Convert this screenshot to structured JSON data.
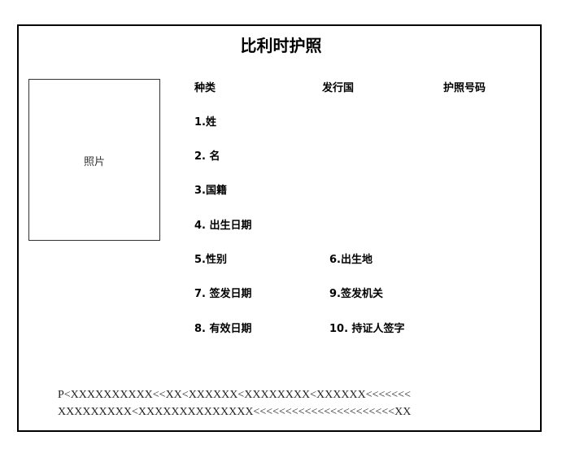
{
  "title": "比利时护照",
  "photo_label": "照片",
  "header": {
    "type": "种类",
    "country": "发行国",
    "number": "护照号码"
  },
  "fields": {
    "surname": "1.姓",
    "given_name": "2.  名",
    "nationality": "3.国籍",
    "dob": "4.  出生日期",
    "sex": "5.性别",
    "pob": "6.出生地",
    "issue_date": "7.  签发日期",
    "authority": "9.签发机关",
    "expiry": "8.  有效日期",
    "signature": "10.  持证人签字"
  },
  "mrz": {
    "line1": "P<XXXXXXXXXX<<XX<XXXXXX<XXXXXXXX<XXXXXX<<<<<<<",
    "line2": "XXXXXXXXX<XXXXXXXXXXXXXX<<<<<<<<<<<<<<<<<<<<<<XX"
  }
}
